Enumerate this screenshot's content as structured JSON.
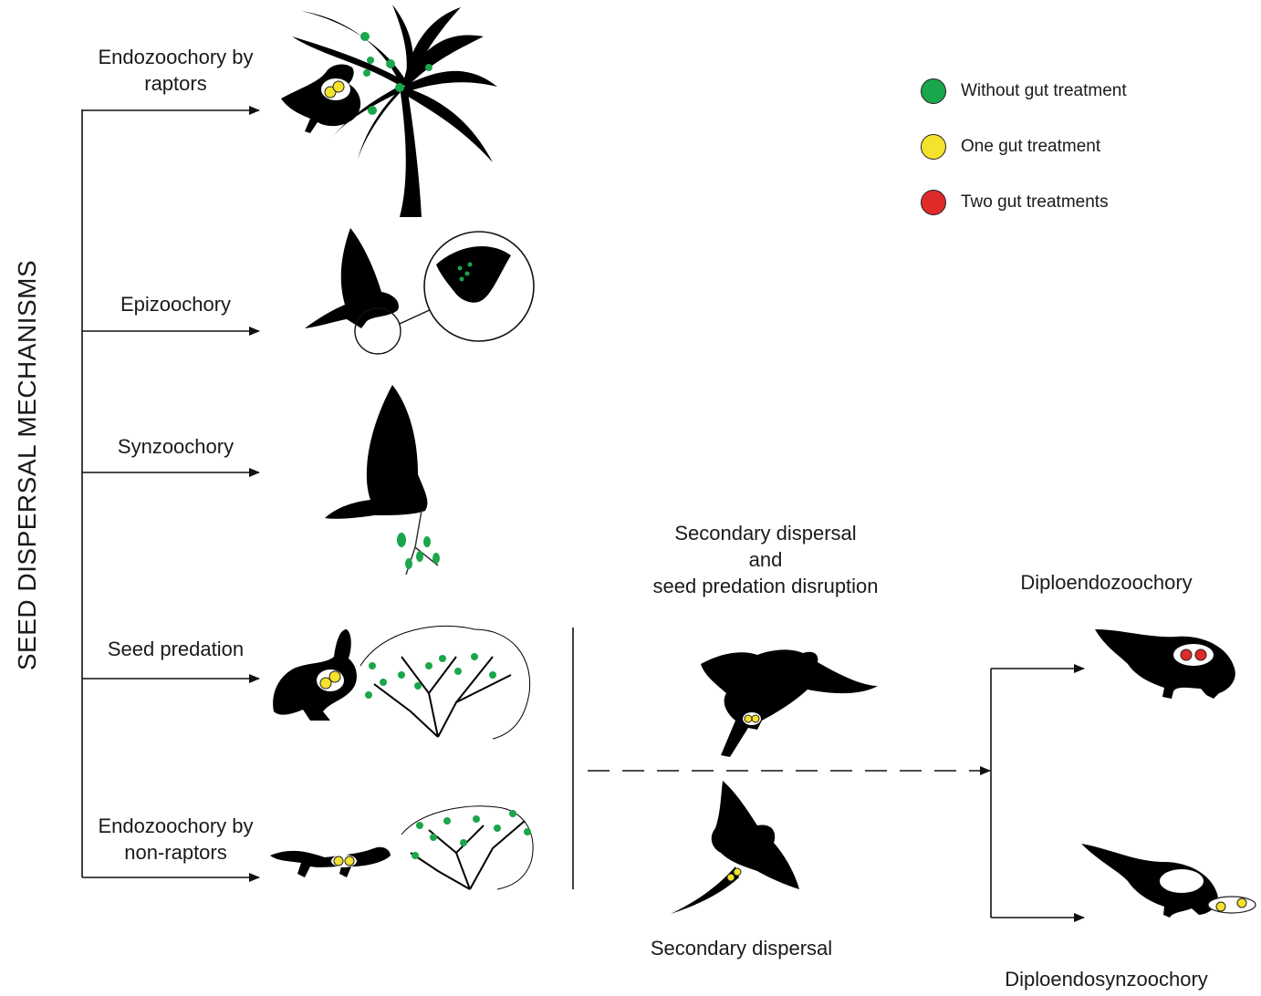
{
  "side_title": "SEED DISPERSAL MECHANISMS",
  "mechanisms": [
    {
      "line1": "Endozoochory by",
      "line2": "raptors"
    },
    {
      "line1": "Epizoochory",
      "line2": ""
    },
    {
      "line1": "Synzoochory",
      "line2": ""
    },
    {
      "line1": "Seed predation",
      "line2": ""
    },
    {
      "line1": "Endozoochory by",
      "line2": "non-raptors"
    }
  ],
  "secondary_top": {
    "line1": "Secondary dispersal",
    "line2": "and",
    "line3": "seed predation disruption"
  },
  "secondary_bottom": "Secondary dispersal",
  "outcomes": {
    "top": "Diploendozoochory",
    "bottom": "Diploendosynzoochory"
  },
  "legend": [
    {
      "label": "Without gut treatment",
      "color": "#1aa64a"
    },
    {
      "label": "One gut treatment",
      "color": "#f5e22c"
    },
    {
      "label": "Two gut treatments",
      "color": "#e02a2a"
    }
  ],
  "colors": {
    "green": "#1aa64a",
    "yellow": "#f5e22c",
    "red": "#e02a2a",
    "silhouette": "#000000"
  }
}
